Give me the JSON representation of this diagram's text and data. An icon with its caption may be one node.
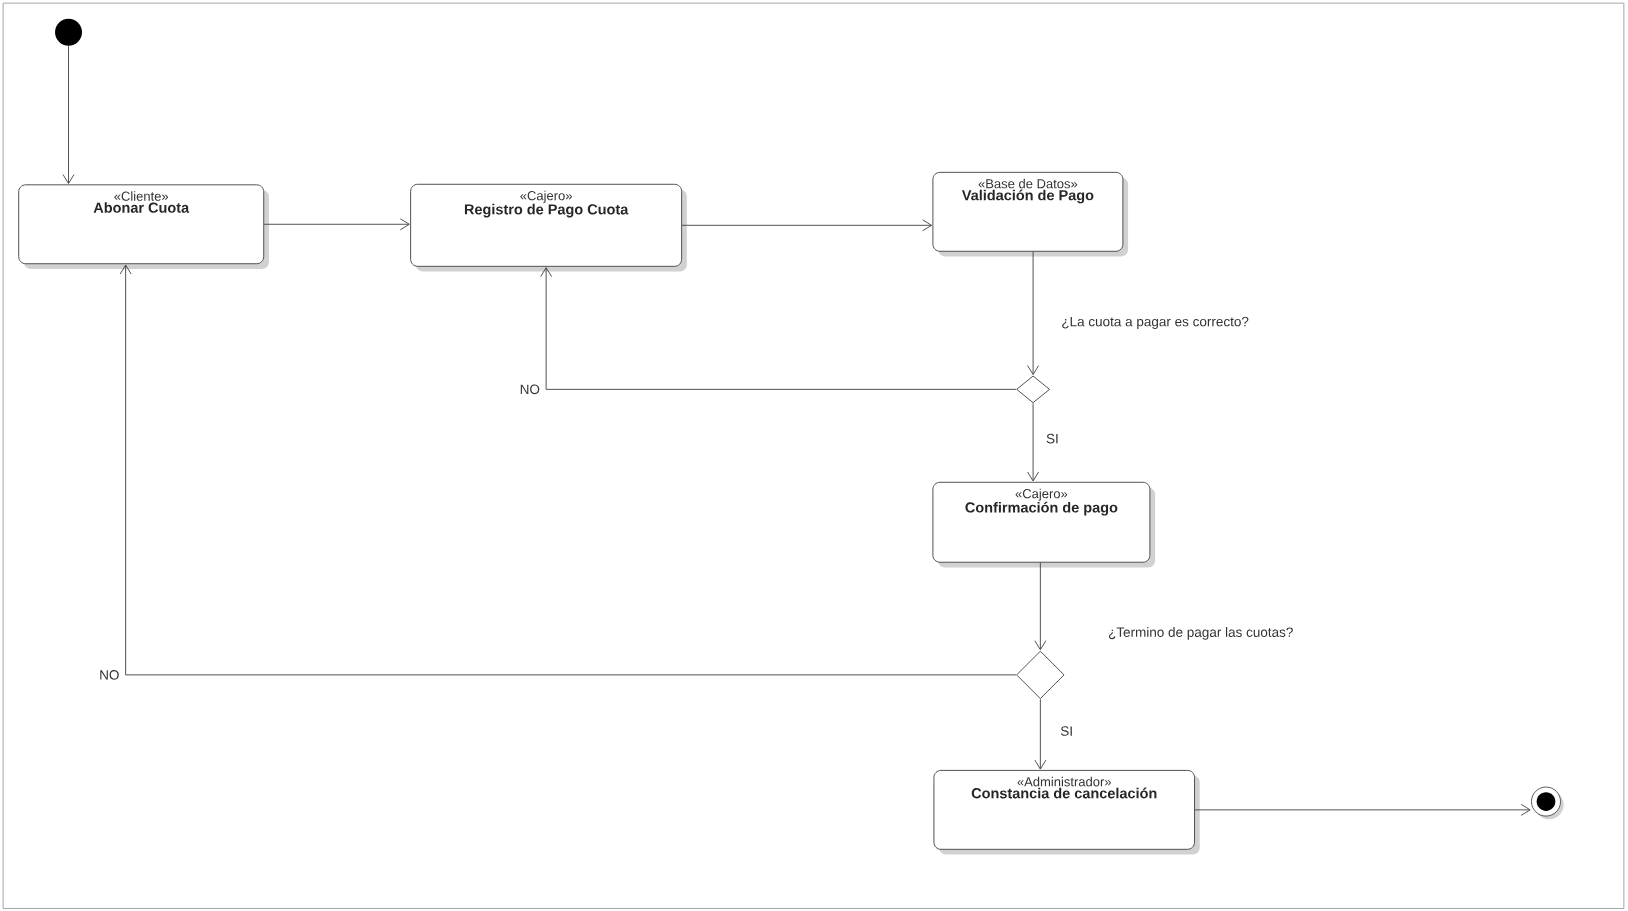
{
  "diagram": {
    "nodes": [
      {
        "text": [],
        "shape": "circle"
      },
      {
        "text": [
          "«Cliente»",
          "Abonar Cuota"
        ]
      },
      {
        "text": [
          "«Cajero»",
          "Registro de Pago Cuota"
        ]
      },
      {
        "text": [
          "«Base de Datos»",
          "Validación de Pago"
        ]
      },
      {
        "text": [],
        "shape": "diamond",
        "beside": [
          "¿La cuota a pagar es correcto?"
        ]
      },
      {
        "text": [
          "«Cajero»",
          "Confirmación de pago"
        ]
      },
      {
        "text": [],
        "shape": "diamond",
        "beside": [
          "¿Termino de pagar las cuotas?"
        ]
      },
      {
        "text": [
          "«Administrador»",
          "Constancia de cancelación"
        ]
      },
      {
        "text": [],
        "shape": "circle"
      }
    ],
    "edges": [
      {
        "from": 0,
        "to": 1,
        "arrow": "to"
      },
      {
        "from": 1,
        "to": 2,
        "arrow": "to"
      },
      {
        "from": 2,
        "to": 3,
        "arrow": "to"
      },
      {
        "from": 3,
        "to": 4,
        "arrow": "to"
      },
      {
        "from": 4,
        "to": 2,
        "arrow": "to",
        "label": "NO"
      },
      {
        "from": 4,
        "to": 5,
        "arrow": "to",
        "label": "SI"
      },
      {
        "from": 5,
        "to": 6,
        "arrow": "to"
      },
      {
        "from": 6,
        "to": 1,
        "arrow": "to",
        "label": "NO"
      },
      {
        "from": 6,
        "to": 7,
        "arrow": "to",
        "label": "SI"
      },
      {
        "from": 7,
        "to": 8,
        "arrow": "to"
      }
    ]
  }
}
